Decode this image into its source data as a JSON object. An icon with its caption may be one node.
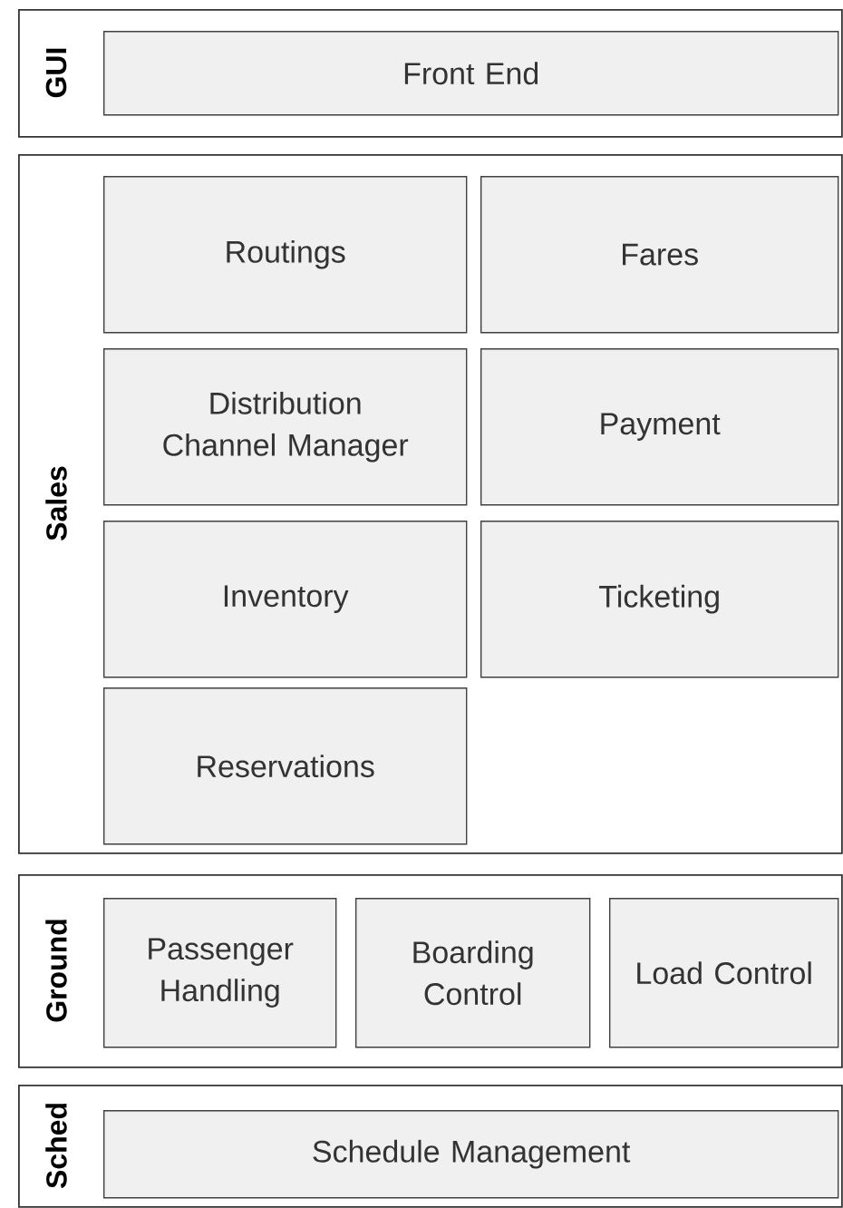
{
  "diagram": {
    "nodes": [
      {
        "text": [
          "GUI"
        ]
      },
      {
        "text": [
          "Front End"
        ],
        "in": 0
      },
      {
        "text": [
          "Sales"
        ]
      },
      {
        "text": [
          "Routings"
        ],
        "in": 2
      },
      {
        "text": [
          "Fares"
        ],
        "in": 2
      },
      {
        "text": [
          "Distribution Channel Manager"
        ],
        "in": 2
      },
      {
        "text": [
          "Payment"
        ],
        "in": 2
      },
      {
        "text": [
          "Inventory"
        ],
        "in": 2
      },
      {
        "text": [
          "Ticketing"
        ],
        "in": 2
      },
      {
        "text": [
          "Reservations"
        ],
        "in": 2
      },
      {
        "text": [
          "Ground"
        ]
      },
      {
        "text": [
          "Passenger Handling"
        ],
        "in": 10
      },
      {
        "text": [
          "Boarding Control"
        ],
        "in": 10
      },
      {
        "text": [
          "Load Control"
        ],
        "in": 10
      },
      {
        "text": [
          "Sched"
        ]
      },
      {
        "text": [
          "Schedule Management"
        ],
        "in": 14
      }
    ]
  }
}
